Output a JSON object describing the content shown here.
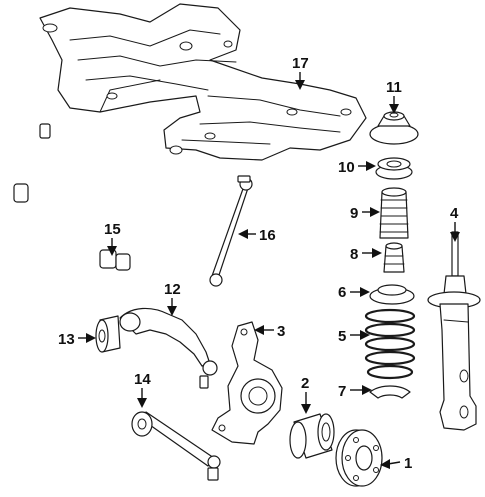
{
  "diagram": {
    "callouts": [
      {
        "id": "1",
        "label": "1",
        "part": "wheel-hub"
      },
      {
        "id": "2",
        "label": "2",
        "part": "wheel-bearing"
      },
      {
        "id": "3",
        "label": "3",
        "part": "steering-knuckle"
      },
      {
        "id": "4",
        "label": "4",
        "part": "strut-assembly"
      },
      {
        "id": "5",
        "label": "5",
        "part": "coil-spring"
      },
      {
        "id": "6",
        "label": "6",
        "part": "upper-spring-seat"
      },
      {
        "id": "7",
        "label": "7",
        "part": "lower-spring-seat"
      },
      {
        "id": "8",
        "label": "8",
        "part": "bump-stop"
      },
      {
        "id": "9",
        "label": "9",
        "part": "dust-boot"
      },
      {
        "id": "10",
        "label": "10",
        "part": "strut-bearing"
      },
      {
        "id": "11",
        "label": "11",
        "part": "upper-strut-mount"
      },
      {
        "id": "12",
        "label": "12",
        "part": "lower-control-arm"
      },
      {
        "id": "13",
        "label": "13",
        "part": "control-arm-bushing"
      },
      {
        "id": "14",
        "label": "14",
        "part": "tension-strut"
      },
      {
        "id": "15",
        "label": "15",
        "part": "stabilizer-bar"
      },
      {
        "id": "16",
        "label": "16",
        "part": "stabilizer-link"
      },
      {
        "id": "17",
        "label": "17",
        "part": "engine-cradle"
      }
    ]
  }
}
